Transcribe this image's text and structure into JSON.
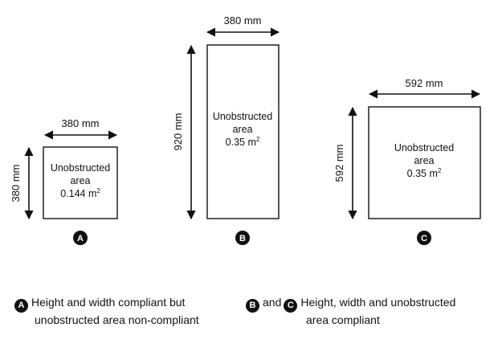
{
  "panels": {
    "a": {
      "width_label": "380 mm",
      "height_label": "380 mm",
      "area_line1": "Unobstructed",
      "area_line2": "area",
      "area_value": "0.144 m",
      "area_unit_exp": "2",
      "badge": "A"
    },
    "b": {
      "width_label": "380 mm",
      "height_label": "920 mm",
      "area_line1": "Unobstructed",
      "area_line2": "area",
      "area_value": "0.35 m",
      "area_unit_exp": "2",
      "badge": "B"
    },
    "c": {
      "width_label": "592 mm",
      "height_label": "592 mm",
      "area_line1": "Unobstructed",
      "area_line2": "area",
      "area_value": "0.35 m",
      "area_unit_exp": "2",
      "badge": "C"
    }
  },
  "legend": {
    "a_badge": "A",
    "a_line1": "Height and width compliant but",
    "a_line2": "unobstructed area non-compliant",
    "bc_badge_b": "B",
    "bc_and": "and",
    "bc_badge_c": "C",
    "bc_line1": "Height, width and unobstructed",
    "bc_line2": "area compliant"
  }
}
